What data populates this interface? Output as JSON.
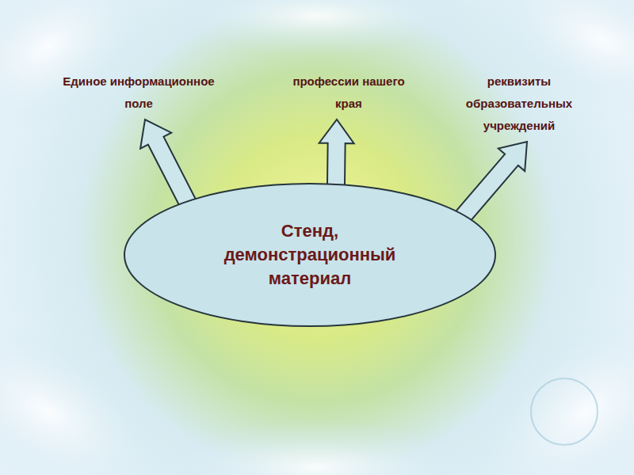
{
  "diagram": {
    "nodes": [
      {
        "text": [
          "Единое информационное поле"
        ]
      },
      {
        "text": [
          "профессии нашего края"
        ]
      },
      {
        "text": [
          "реквизиты образовательных учреждений"
        ]
      },
      {
        "text": [
          "Стенд, демонстрационный материал"
        ]
      }
    ],
    "edges": [
      {
        "from": 3,
        "to": 0,
        "arrow": "to"
      },
      {
        "from": 3,
        "to": 1,
        "arrow": "to"
      },
      {
        "from": 3,
        "to": 2,
        "arrow": "to"
      }
    ]
  }
}
